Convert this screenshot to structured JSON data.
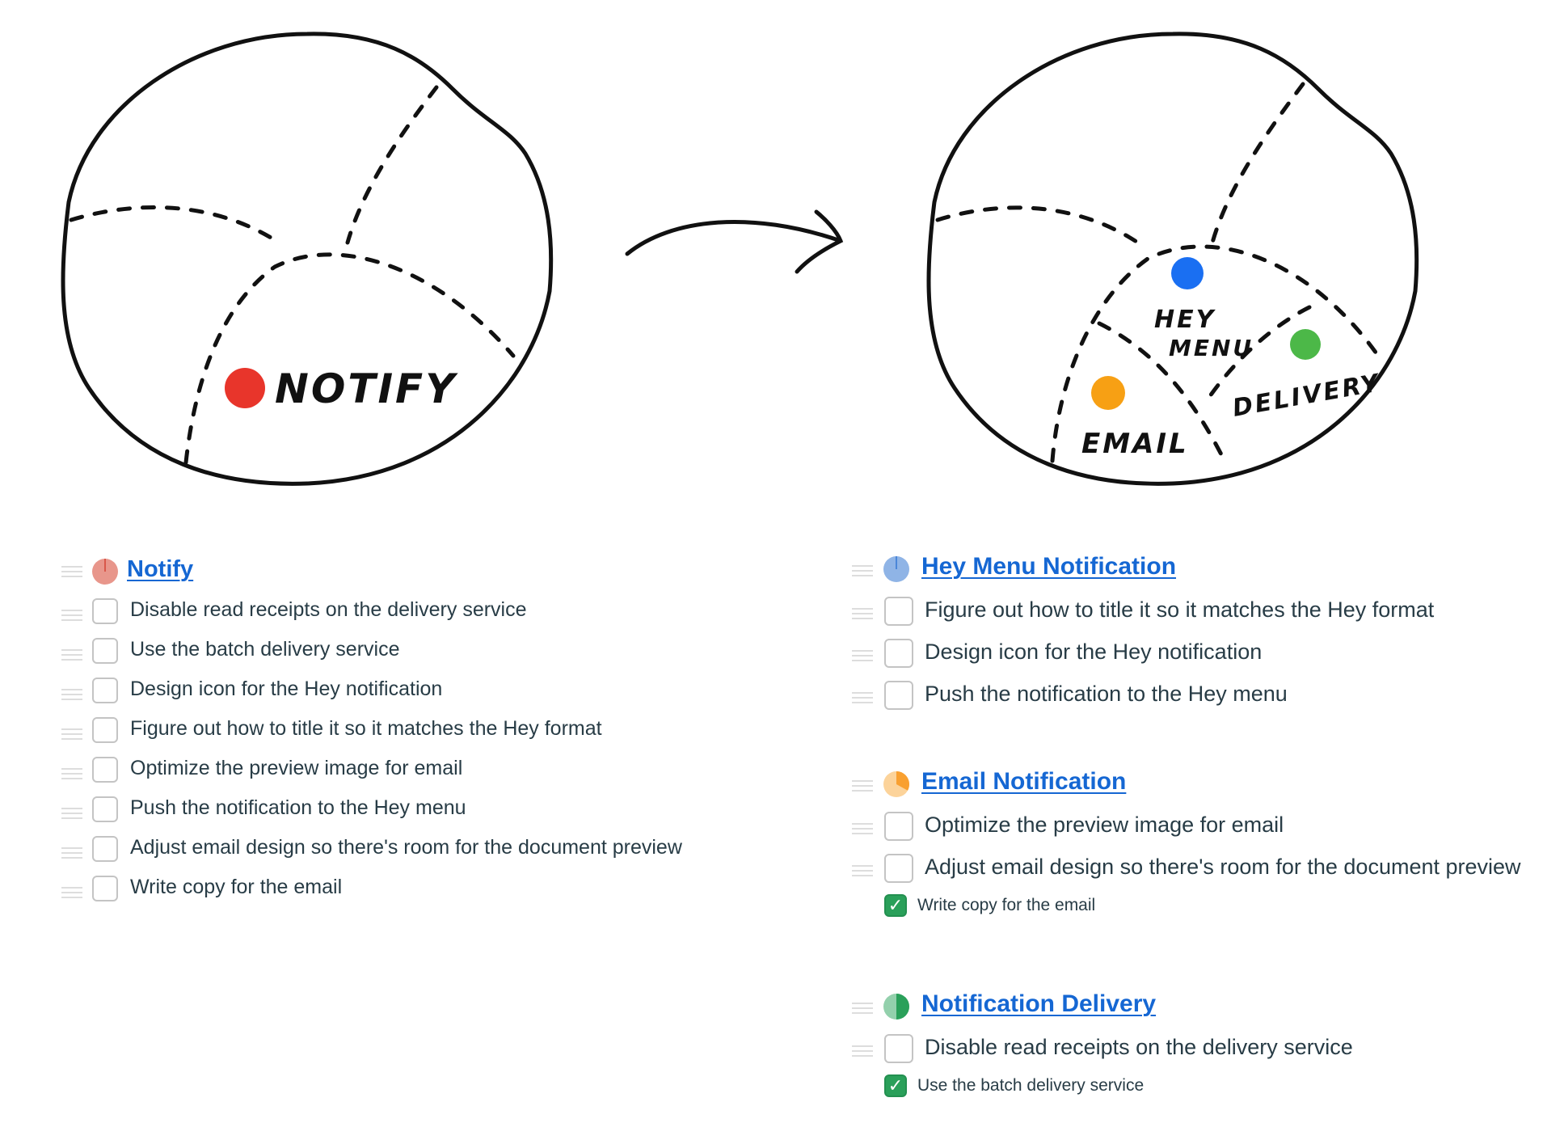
{
  "sketch": {
    "left_label": "NOTIFY",
    "right_labels": {
      "hey_menu_line1": "HEY",
      "hey_menu_line2": "MENU",
      "email": "EMAIL",
      "delivery": "DELIVERY"
    },
    "colors": {
      "notify": "#e8352b",
      "hey_menu": "#1a6ff2",
      "email": "#f7a014",
      "delivery": "#4cb848"
    }
  },
  "left_list": {
    "title": "Notify",
    "progress": 0,
    "pie_color": "#e8968b",
    "items": [
      {
        "label": "Disable read receipts on the delivery service",
        "checked": false
      },
      {
        "label": "Use the batch delivery service",
        "checked": false
      },
      {
        "label": "Design icon for the Hey notification",
        "checked": false
      },
      {
        "label": "Figure out how to title it so it matches the Hey format",
        "checked": false
      },
      {
        "label": "Optimize the preview image for email",
        "checked": false
      },
      {
        "label": "Push the notification to the Hey menu",
        "checked": false
      },
      {
        "label": "Adjust email design so there's room for the document preview",
        "checked": false
      },
      {
        "label": "Write copy for the email",
        "checked": false
      }
    ]
  },
  "right_lists": [
    {
      "title": "Hey Menu Notification",
      "progress": 0,
      "pie_light": "#8fb4e6",
      "pie_dark": "#4a86d8",
      "items": [
        {
          "label": "Figure out how to title it so it matches the Hey format",
          "checked": false
        },
        {
          "label": "Design icon for the Hey notification",
          "checked": false
        },
        {
          "label": "Push the notification to the Hey menu",
          "checked": false
        }
      ]
    },
    {
      "title": "Email Notification",
      "progress": 0.33,
      "pie_light": "#fcd39a",
      "pie_dark": "#f9a030",
      "items": [
        {
          "label": "Optimize the preview image for email",
          "checked": false
        },
        {
          "label": "Adjust email design so there's room for the document preview",
          "checked": false
        },
        {
          "label": "Write copy for the email",
          "checked": true
        }
      ]
    },
    {
      "title": "Notification Delivery",
      "progress": 0.5,
      "pie_light": "#93d0ac",
      "pie_dark": "#2aa05a",
      "items": [
        {
          "label": "Disable read receipts on the delivery service",
          "checked": false
        },
        {
          "label": "Use the batch delivery service",
          "checked": true
        }
      ]
    }
  ]
}
